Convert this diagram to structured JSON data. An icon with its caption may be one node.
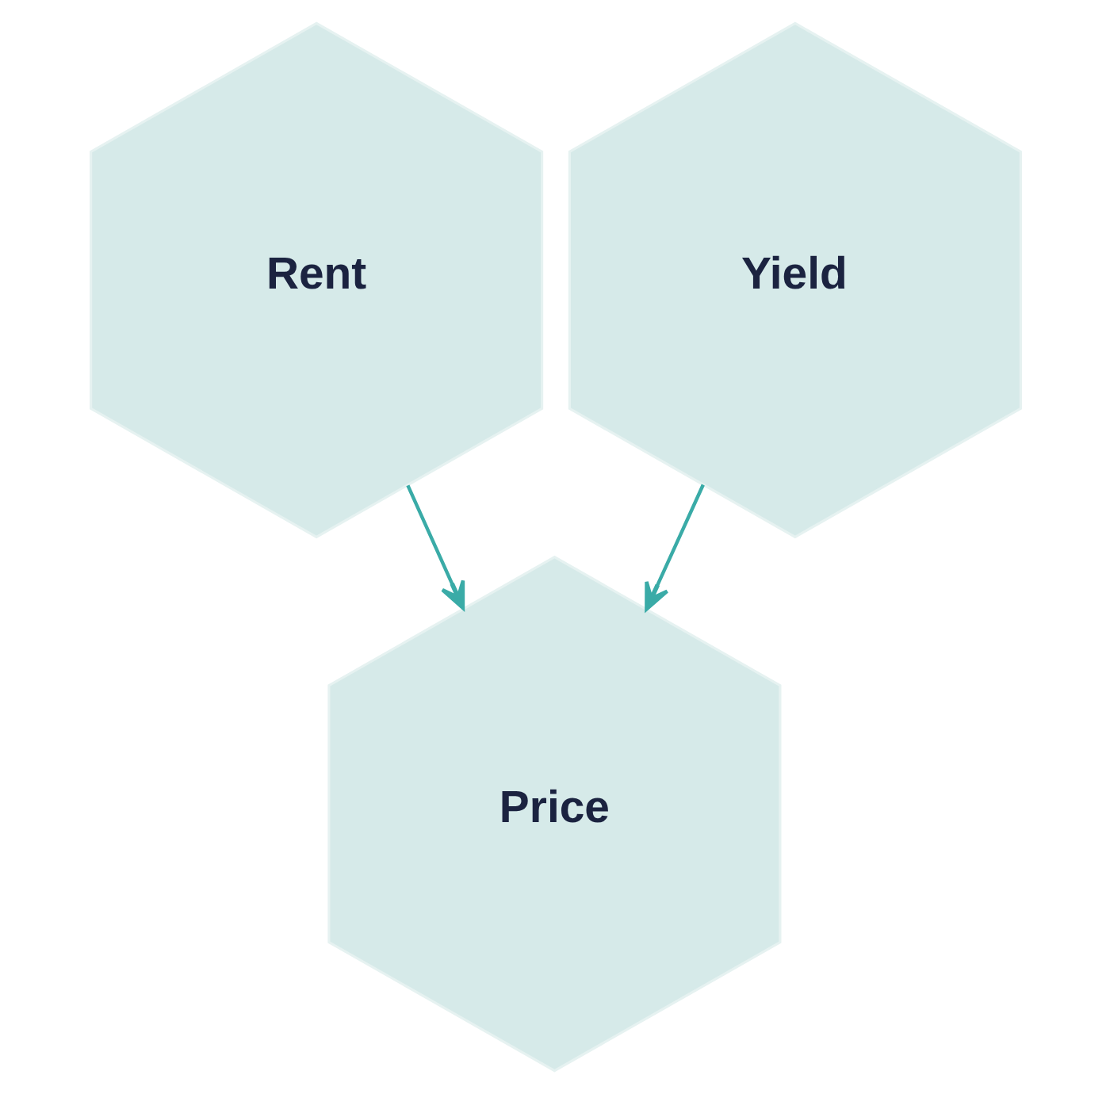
{
  "diagram": {
    "nodes": [
      {
        "text": [
          "Rent"
        ]
      },
      {
        "text": [
          "Yield"
        ]
      },
      {
        "text": [
          "Price"
        ]
      }
    ],
    "edges": [
      {
        "from": 0,
        "to": 2,
        "arrow": "to"
      },
      {
        "from": 1,
        "to": 2,
        "arrow": "to"
      }
    ]
  }
}
